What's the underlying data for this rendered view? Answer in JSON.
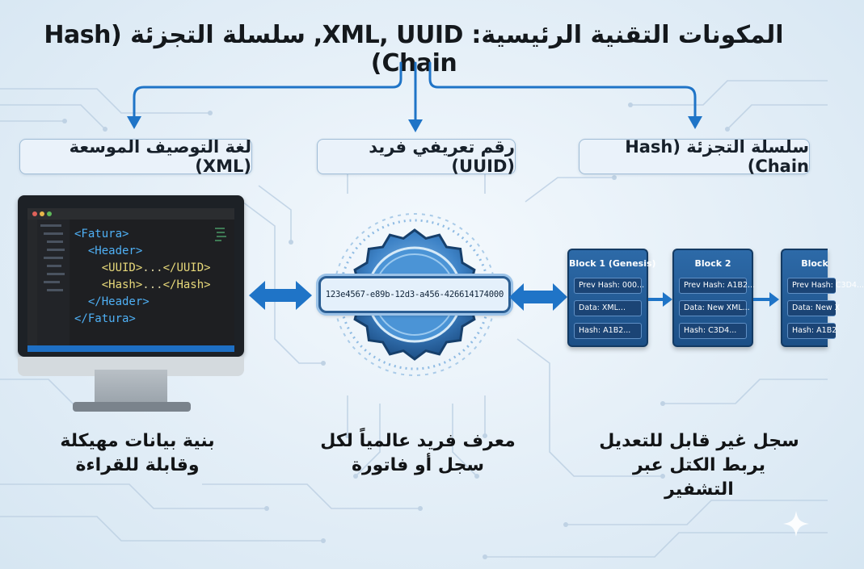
{
  "title": "المكونات التقنية الرئيسية: XML, UUID, سلسلة التجزئة (Hash Chain)",
  "components": {
    "xml": {
      "label": "لغة التوصيف الموسعة (XML)",
      "caption_line1": "بنية بيانات مهيكلة",
      "caption_line2": "وقابلة للقراءة",
      "code": {
        "line1": "<Fatura>",
        "line2_open": "<Header>",
        "line3_tag_open": "<UUID>",
        "line3_dots": "...",
        "line3_tag_close": "</UUID>",
        "line4_tag_open": "<Hash>",
        "line4_dots": "...",
        "line4_tag_close": "</Hash>",
        "line5": "</Header>",
        "line6": "</Fatura>"
      }
    },
    "uuid": {
      "label": "رقم تعريفي فريد (UUID)",
      "value": "123e4567-e89b-12d3-a456-426614174000",
      "caption_line1": "معرف فريد عالمياً لكل",
      "caption_line2": "سجل أو فاتورة"
    },
    "hash_chain": {
      "label": "سلسلة التجزئة (Hash Chain)",
      "caption_line1": "سجل غير قابل للتعديل",
      "caption_line2": "يربط الكتل عبر التشفير",
      "blocks": [
        {
          "title": "Block 1 (Genesis)",
          "prev": "Prev Hash: 000...",
          "data": "Data: XML...",
          "hash": "Hash: A1B2..."
        },
        {
          "title": "Block 2",
          "prev": "Prev Hash: A1B2...",
          "data": "Data: New XML...",
          "hash": "Hash: C3D4..."
        },
        {
          "title": "Block",
          "prev": "Prev Hash: C3D4...",
          "data": "Data: New X",
          "hash": "Hash: A1B2"
        }
      ]
    }
  },
  "colors": {
    "arrow": "#1f74c7",
    "circuit": "#b9cde0",
    "block": "#1c4f86",
    "code_tag": "#4fb0f5",
    "code_value": "#e8d97a"
  },
  "icons": [
    "bidirectional-arrow-icon",
    "sparkle-icon"
  ]
}
